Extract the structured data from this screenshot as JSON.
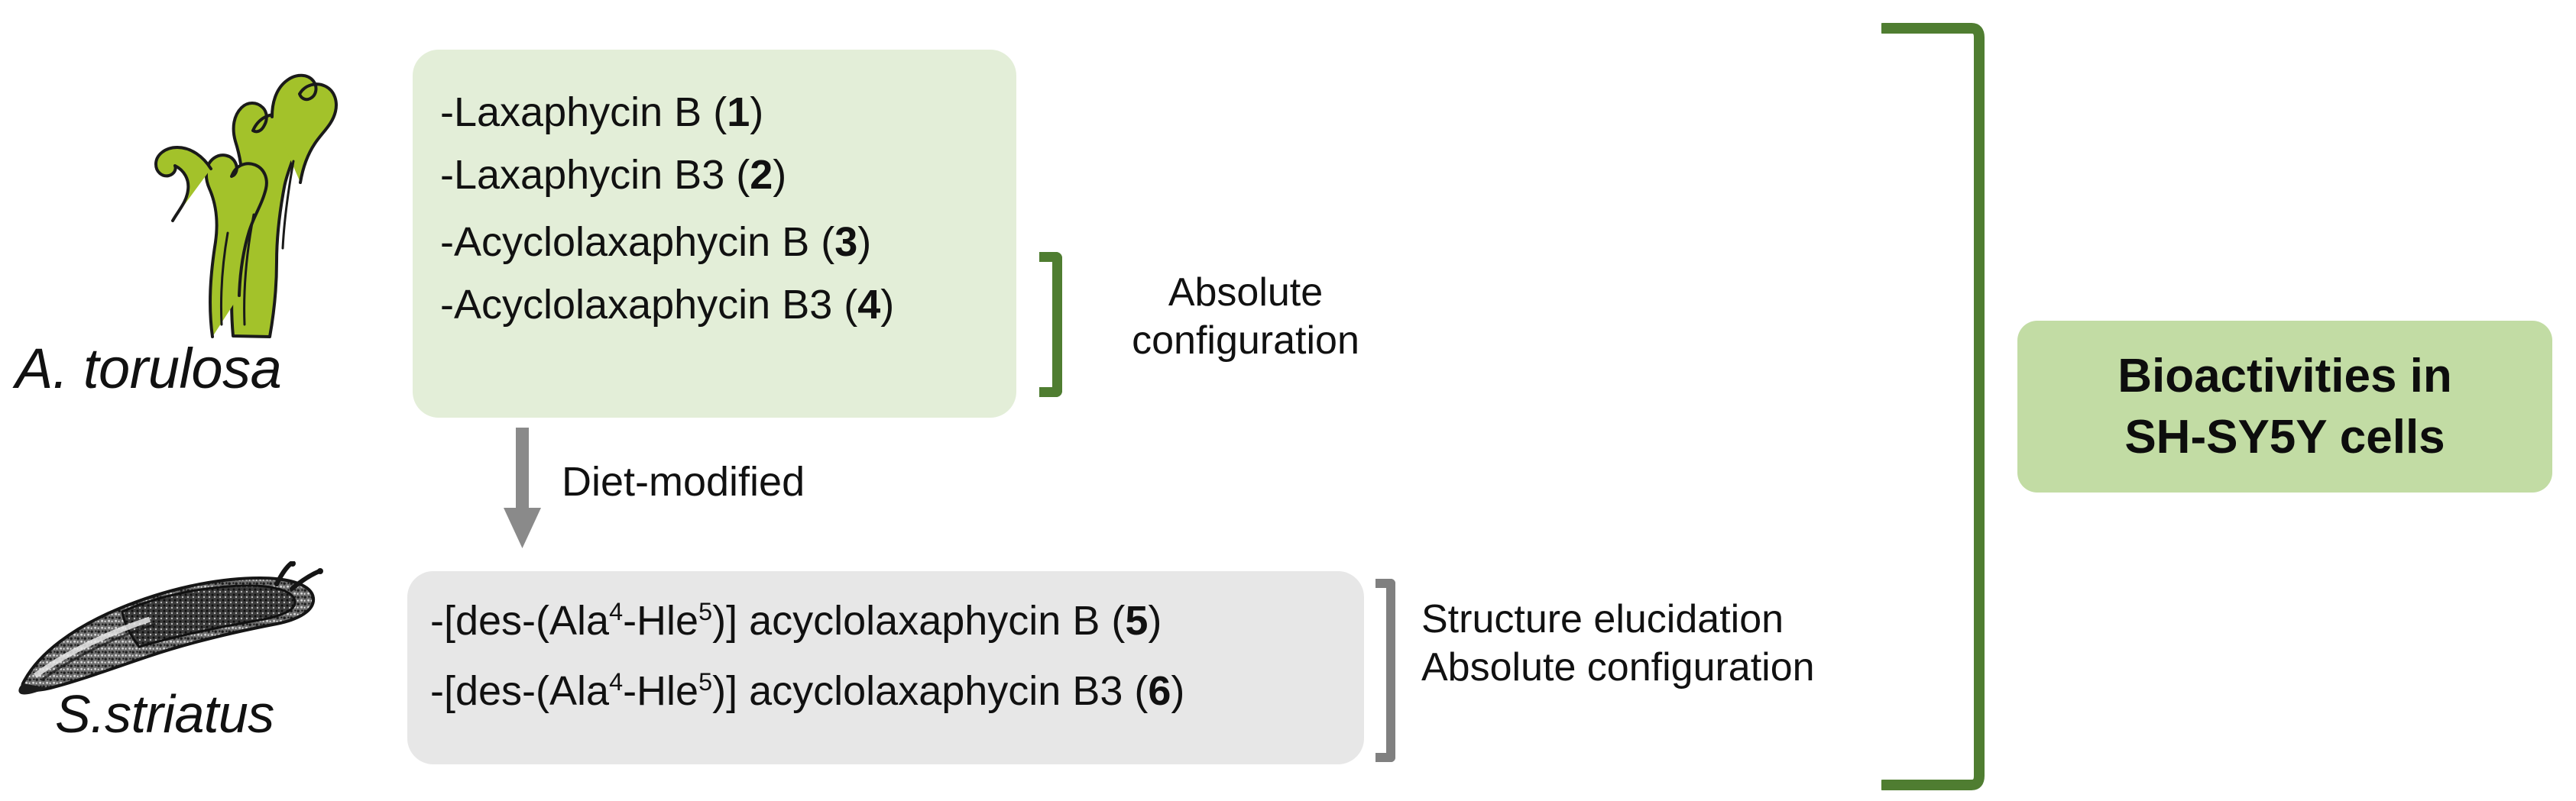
{
  "figure": {
    "type": "scientific-workflow-diagram",
    "colors": {
      "primary_box_bg": "#e3eed8",
      "modified_box_bg": "#e7e7e7",
      "outcome_box_bg": "#c2dca4",
      "green_bracket": "#4f7d31",
      "gray_bracket": "#808080",
      "arrow": "#808080",
      "algae_green": "#a3c22a"
    }
  },
  "organisms": {
    "source": {
      "label": "A. torulosa",
      "icon": "algae-illustration"
    },
    "consumer": {
      "label": "S.striatus",
      "icon": "sea-slug-illustration"
    }
  },
  "primary_metabolites": {
    "group_a": [
      {
        "prefix": "-",
        "name": "Laxaphycin B",
        "number": "1"
      },
      {
        "prefix": "-",
        "name": "Laxaphycin B3",
        "number": "2"
      }
    ],
    "group_b": [
      {
        "prefix": "-",
        "name": "Acyclolaxaphycin B",
        "number": "3"
      },
      {
        "prefix": "-",
        "name": "Acyclolaxaphycin B3",
        "number": "4"
      }
    ],
    "annotation": {
      "line1": "Absolute",
      "line2": "configuration"
    }
  },
  "transformation": {
    "arrow_label": "Diet-modified",
    "arrow_direction": "down"
  },
  "modified_metabolites": {
    "items": [
      {
        "prefix": "-[des-(Ala",
        "sup1": "4",
        "mid": "-Hle",
        "sup2": "5",
        "suffix": ")] acyclolaxaphycin B",
        "number": "5"
      },
      {
        "prefix": "-[des-(Ala",
        "sup1": "4",
        "mid": "-Hle",
        "sup2": "5",
        "suffix": ")] acyclolaxaphycin B3",
        "number": "6"
      }
    ],
    "annotation": {
      "line1": "Structure elucidation",
      "line2": "Absolute configuration"
    }
  },
  "outcome": {
    "line1": "Bioactivities in",
    "line2": "SH-SY5Y cells"
  }
}
